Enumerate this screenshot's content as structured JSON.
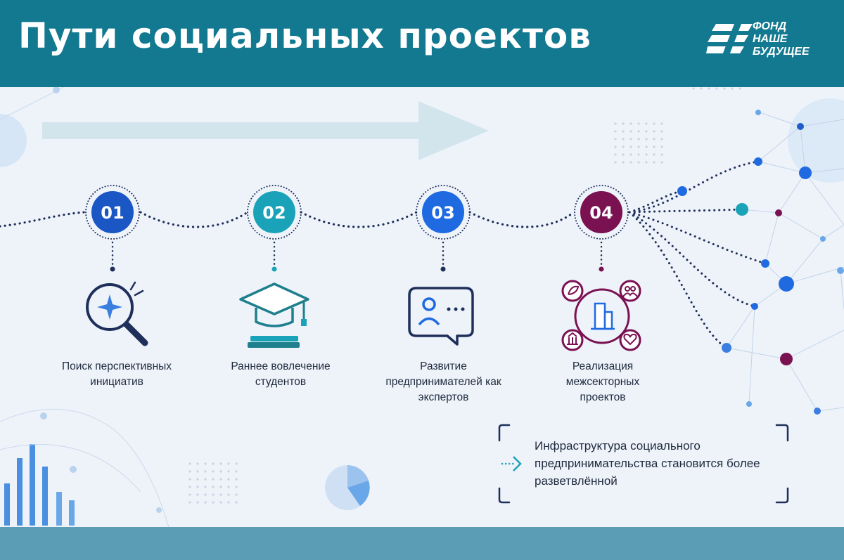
{
  "header": {
    "title": "Пути социальных проектов",
    "logo": {
      "line1": "ФОНД",
      "line2": "НАШЕ",
      "line3": "БУДУЩЕЕ"
    }
  },
  "steps": [
    {
      "number": "01",
      "label": "Поиск перспективных инициатив",
      "icon": "magnifier-icon",
      "color": "#1a56c4"
    },
    {
      "number": "02",
      "label": "Раннее вовлечение студентов",
      "icon": "graduation-cap-icon",
      "color": "#1aa3b8"
    },
    {
      "number": "03",
      "label": "Развитие предпринимателей как экспертов",
      "icon": "chat-person-icon",
      "color": "#1f6ae0"
    },
    {
      "number": "04",
      "label": "Реализация межсекторных проектов",
      "icon": "network-city-icon",
      "color": "#7a1151"
    }
  ],
  "callout": {
    "text": "Инфраструктура социального предпринимательства становится более разветвлённой"
  },
  "colors": {
    "header": "#137990",
    "footer": "#5a9db5",
    "background": "#eef3fa",
    "dots": "#1e2f5a"
  }
}
